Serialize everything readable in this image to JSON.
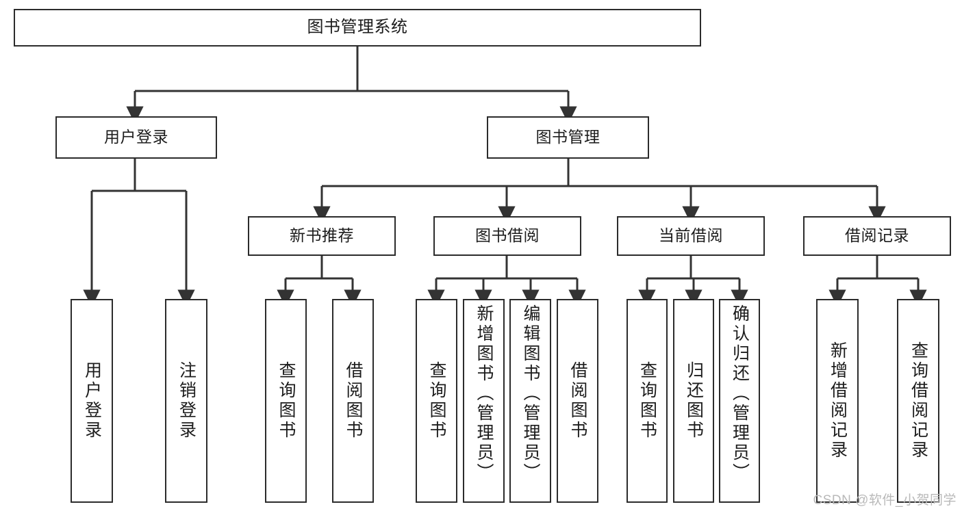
{
  "diagram": {
    "type": "tree",
    "title": "图书管理系统",
    "orientation": "top-down",
    "colors": {
      "node_border": "#2b2b2b",
      "node_fill": "#ffffff",
      "edge": "#333333",
      "text": "#1c1c1c",
      "watermark": "#b9b9b9",
      "background": "#ffffff"
    },
    "nodes": {
      "root": {
        "label": "图书管理系统"
      },
      "level1": [
        {
          "id": "user-login",
          "label": "用户登录"
        },
        {
          "id": "book-manage",
          "label": "图书管理"
        }
      ],
      "level2": [
        {
          "id": "new-book-recommend",
          "label": "新书推荐"
        },
        {
          "id": "book-borrow",
          "label": "图书借阅"
        },
        {
          "id": "current-borrow",
          "label": "当前借阅"
        },
        {
          "id": "borrow-record",
          "label": "借阅记录"
        }
      ],
      "leaves": {
        "user_login": [
          {
            "id": "leaf-user-login",
            "label": "用户登录"
          },
          {
            "id": "leaf-logout-login",
            "label": "注销登录"
          }
        ],
        "new_book_recommend": [
          {
            "id": "leaf-query-book-1",
            "label": "查询图书"
          },
          {
            "id": "leaf-borrow-book-1",
            "label": "借阅图书"
          }
        ],
        "book_borrow": [
          {
            "id": "leaf-query-book-2",
            "label": "查询图书"
          },
          {
            "id": "leaf-add-book",
            "label": "新增图书（管理员）"
          },
          {
            "id": "leaf-edit-book",
            "label": "编辑图书（管理员）"
          },
          {
            "id": "leaf-borrow-book-2",
            "label": "借阅图书"
          }
        ],
        "current_borrow": [
          {
            "id": "leaf-query-book-3",
            "label": "查询图书"
          },
          {
            "id": "leaf-return-book",
            "label": "归还图书"
          },
          {
            "id": "leaf-confirm-return",
            "label": "确认归还（管理员）"
          }
        ],
        "borrow_record": [
          {
            "id": "leaf-add-record",
            "label": "新增借阅记录"
          },
          {
            "id": "leaf-query-record",
            "label": "查询借阅记录"
          }
        ]
      }
    }
  },
  "watermark": {
    "text": "CSDN @软件_小贺同学"
  }
}
